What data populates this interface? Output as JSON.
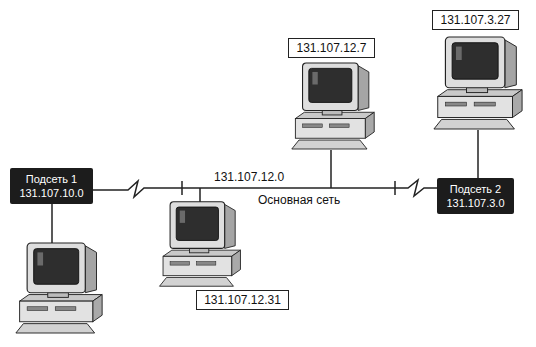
{
  "diagram": {
    "nodes": [
      {
        "text": [
          "131.107.3.27"
        ]
      },
      {
        "text": [
          "131.107.12.7"
        ]
      },
      {
        "text": [
          "Подсеть 1",
          "131.107.10.0"
        ]
      },
      {
        "text": [
          "Подсеть 2",
          "131.107.3.0"
        ]
      },
      {
        "text": [
          "131.107.12.31"
        ]
      }
    ],
    "labels": [
      "131.107.12.0",
      "Основная сеть"
    ]
  }
}
